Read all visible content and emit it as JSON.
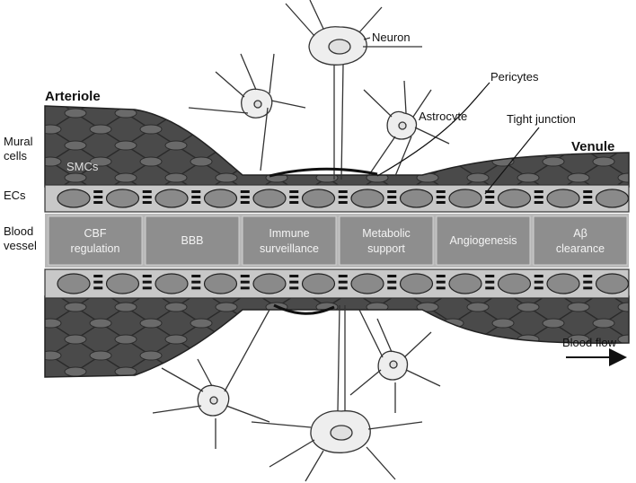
{
  "labels": {
    "arteriole": "Arteriole",
    "venule": "Venule",
    "mural_cells_line1": "Mural",
    "mural_cells_line2": "cells",
    "smcs": "SMCs",
    "ecs": "ECs",
    "blood_vessel_line1": "Blood",
    "blood_vessel_line2": "vessel",
    "neuron": "Neuron",
    "astrocyte": "Astrocyte",
    "pericytes": "Pericytes",
    "tight_junction": "Tight junction",
    "blood_flow": "Blood flow"
  },
  "functions": [
    {
      "line1": "CBF",
      "line2": "regulation"
    },
    {
      "line1": "BBB",
      "line2": ""
    },
    {
      "line1": "Immune",
      "line2": "surveillance"
    },
    {
      "line1": "Metabolic",
      "line2": "support"
    },
    {
      "line1": "Angiogenesis",
      "line2": ""
    },
    {
      "line1": "Aβ",
      "line2": "clearance"
    }
  ],
  "colors": {
    "smooth_muscle": "#4a4a4a",
    "lumen": "#8e8e8e",
    "endothelium": "#c8c8c8",
    "cell_fill": "#eeeeee",
    "outline": "#333333"
  }
}
